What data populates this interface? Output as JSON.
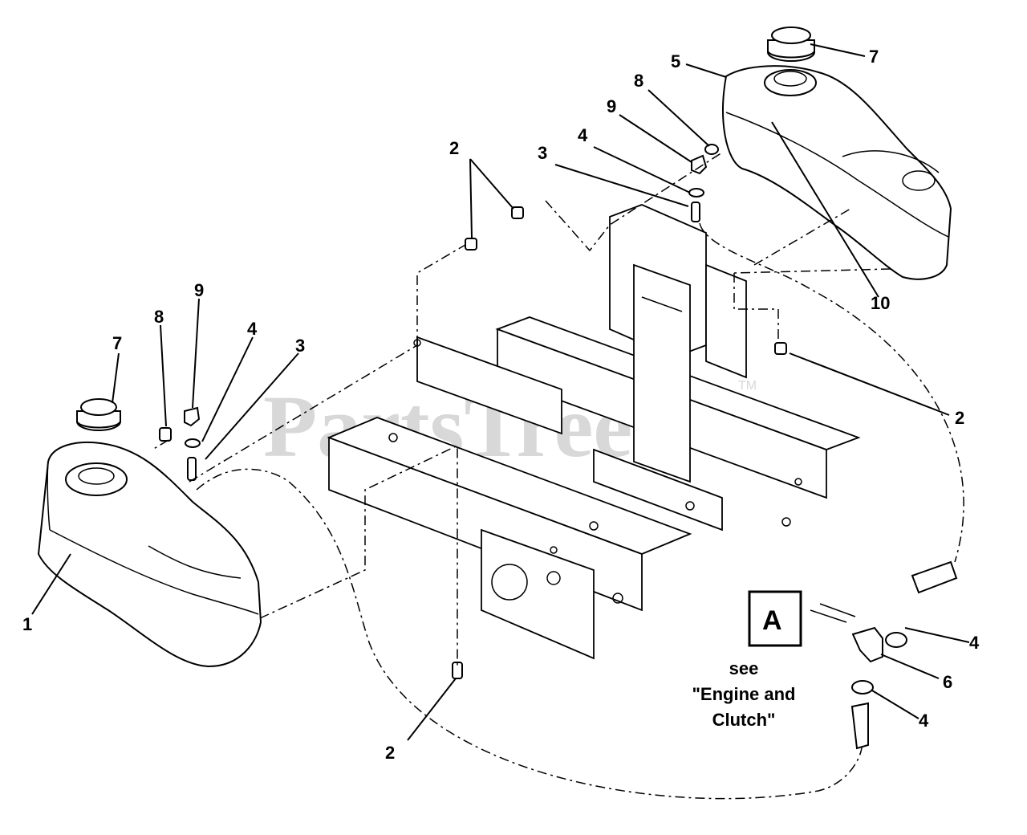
{
  "watermark": {
    "brand": "PartsTree",
    "trademark": "TM"
  },
  "callouts": [
    {
      "id": "c1",
      "text": "1"
    },
    {
      "id": "c2a",
      "text": "2"
    },
    {
      "id": "c2b",
      "text": "2"
    },
    {
      "id": "c2c",
      "text": "2"
    },
    {
      "id": "c3a",
      "text": "3"
    },
    {
      "id": "c3b",
      "text": "3"
    },
    {
      "id": "c4a",
      "text": "4"
    },
    {
      "id": "c4b",
      "text": "4"
    },
    {
      "id": "c4c",
      "text": "4"
    },
    {
      "id": "c4d",
      "text": "4"
    },
    {
      "id": "c5",
      "text": "5"
    },
    {
      "id": "c6",
      "text": "6"
    },
    {
      "id": "c7a",
      "text": "7"
    },
    {
      "id": "c7b",
      "text": "7"
    },
    {
      "id": "c8a",
      "text": "8"
    },
    {
      "id": "c8b",
      "text": "8"
    },
    {
      "id": "c9a",
      "text": "9"
    },
    {
      "id": "c9b",
      "text": "9"
    },
    {
      "id": "c10",
      "text": "10"
    }
  ],
  "reference": {
    "box_letter": "A",
    "note_line1": "see",
    "note_line2": "\"Engine and",
    "note_line3": "Clutch\""
  }
}
